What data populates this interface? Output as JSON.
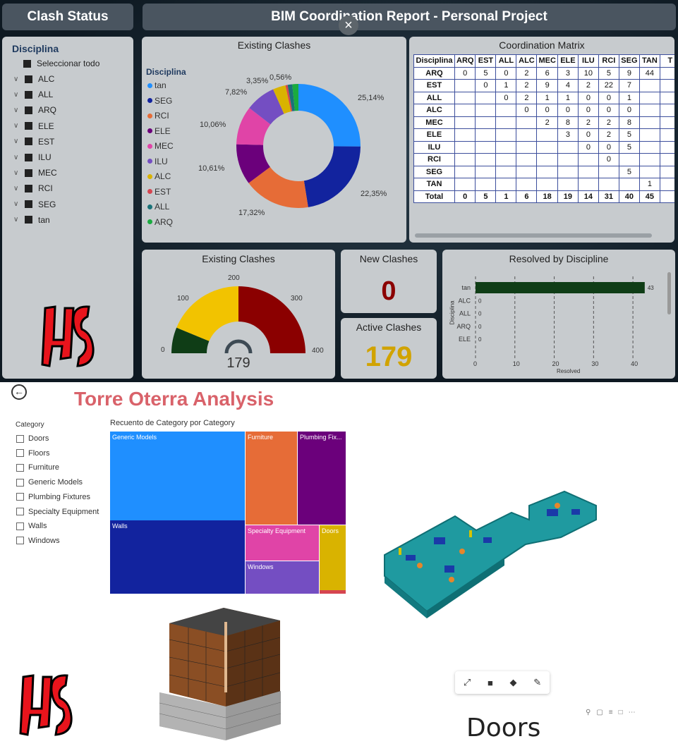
{
  "header": {
    "left_title": "Clash Status",
    "main_title": "BIM Coordination Report - Personal Project",
    "close_glyph": "×"
  },
  "slicer": {
    "title": "Disciplina",
    "select_all": "Seleccionar todo",
    "items": [
      "ALC",
      "ALL",
      "ARQ",
      "ELE",
      "EST",
      "ILU",
      "MEC",
      "RCI",
      "SEG",
      "tan"
    ]
  },
  "donut": {
    "title": "Existing Clashes",
    "legend_title": "Disciplina",
    "legend": [
      {
        "label": "tan",
        "color": "#1f8fff"
      },
      {
        "label": "SEG",
        "color": "#12239e"
      },
      {
        "label": "RCI",
        "color": "#e66c37"
      },
      {
        "label": "ELE",
        "color": "#6b007b"
      },
      {
        "label": "MEC",
        "color": "#e044a7"
      },
      {
        "label": "ILU",
        "color": "#744ec2"
      },
      {
        "label": "ALC",
        "color": "#d9b300"
      },
      {
        "label": "EST",
        "color": "#d64550"
      },
      {
        "label": "ALL",
        "color": "#197278"
      },
      {
        "label": "ARQ",
        "color": "#1aab40"
      }
    ],
    "labels": {
      "tan": "25,14%",
      "seg": "22,35%",
      "rci": "17,32%",
      "ele": "10,61%",
      "mec": "10,06%",
      "ilu": "7,82%",
      "alc": "3,35%",
      "est": "0,56%"
    }
  },
  "chart_data": [
    {
      "type": "pie",
      "title": "Existing Clashes",
      "categories": [
        "tan",
        "SEG",
        "RCI",
        "ELE",
        "MEC",
        "ILU",
        "ALC",
        "EST",
        "ALL",
        "ARQ"
      ],
      "values": [
        25.14,
        22.35,
        17.32,
        10.61,
        10.06,
        7.82,
        3.35,
        0.56,
        1.2,
        1.59
      ]
    },
    {
      "type": "bar",
      "title": "Resolved by Discipline",
      "categories": [
        "tan",
        "ALC",
        "ALL",
        "ARQ",
        "ELE"
      ],
      "values": [
        43,
        0,
        0,
        0,
        0
      ],
      "xlabel": "Resolved",
      "ylabel": "Disciplina",
      "xlim": [
        0,
        45
      ],
      "ticks": [
        "0",
        "10",
        "20",
        "30",
        "40"
      ]
    },
    {
      "type": "gauge",
      "title": "Existing Clashes",
      "value": 179,
      "min": 0,
      "max": 400,
      "ticks": [
        "0",
        "100",
        "200",
        "300",
        "400"
      ]
    }
  ],
  "matrix": {
    "title": "Coordination Matrix",
    "corner": "Disciplina",
    "cols": [
      "ARQ",
      "EST",
      "ALL",
      "ALC",
      "MEC",
      "ELE",
      "ILU",
      "RCI",
      "SEG",
      "TAN",
      "T"
    ],
    "rows": [
      {
        "h": "ARQ",
        "v": [
          "0",
          "5",
          "0",
          "2",
          "6",
          "3",
          "10",
          "5",
          "9",
          "44",
          ""
        ]
      },
      {
        "h": "EST",
        "v": [
          "",
          "0",
          "1",
          "2",
          "9",
          "4",
          "2",
          "22",
          "7",
          "",
          ""
        ]
      },
      {
        "h": "ALL",
        "v": [
          "",
          "",
          "0",
          "2",
          "1",
          "1",
          "0",
          "0",
          "1",
          "",
          ""
        ]
      },
      {
        "h": "ALC",
        "v": [
          "",
          "",
          "",
          "0",
          "0",
          "0",
          "0",
          "0",
          "0",
          "",
          ""
        ]
      },
      {
        "h": "MEC",
        "v": [
          "",
          "",
          "",
          "",
          "2",
          "8",
          "2",
          "2",
          "8",
          "",
          ""
        ]
      },
      {
        "h": "ELE",
        "v": [
          "",
          "",
          "",
          "",
          "",
          "3",
          "0",
          "2",
          "5",
          "",
          ""
        ]
      },
      {
        "h": "ILU",
        "v": [
          "",
          "",
          "",
          "",
          "",
          "",
          "0",
          "0",
          "5",
          "",
          ""
        ]
      },
      {
        "h": "RCI",
        "v": [
          "",
          "",
          "",
          "",
          "",
          "",
          "",
          "0",
          "",
          "",
          ""
        ]
      },
      {
        "h": "SEG",
        "v": [
          "",
          "",
          "",
          "",
          "",
          "",
          "",
          "",
          "5",
          "",
          ""
        ]
      },
      {
        "h": "TAN",
        "v": [
          "",
          "",
          "",
          "",
          "",
          "",
          "",
          "",
          "",
          "1",
          ""
        ]
      },
      {
        "h": "Total",
        "v": [
          "0",
          "5",
          "1",
          "6",
          "18",
          "19",
          "14",
          "31",
          "40",
          "45",
          ""
        ]
      }
    ]
  },
  "gauge": {
    "title": "Existing Clashes",
    "value": "179",
    "t0": "0",
    "t100": "100",
    "t200": "200",
    "t300": "300",
    "t400": "400"
  },
  "new_clashes": {
    "title": "New Clashes",
    "value": "0"
  },
  "active_clashes": {
    "title": "Active Clashes",
    "value": "179"
  },
  "resolved": {
    "title": "Resolved by Discipline",
    "ylabel": "Disciplina",
    "xlabel": "Resolved",
    "value_label": "43"
  },
  "analysis": {
    "title": "Torre Oterra Analysis",
    "category_title": "Category",
    "categories": [
      "Doors",
      "Floors",
      "Furniture",
      "Generic Models",
      "Plumbing Fixtures",
      "Specialty Equipment",
      "Walls",
      "Windows"
    ],
    "treemap_title": "Recuento de Category por Category",
    "tiles": {
      "generic": "Generic Models",
      "walls": "Walls",
      "furniture": "Furniture",
      "plumbing": "Plumbing Fix...",
      "specialty": "Specialty Equipment",
      "doors": "Doors",
      "windows": "Windows"
    },
    "footer_label": "Doors"
  }
}
